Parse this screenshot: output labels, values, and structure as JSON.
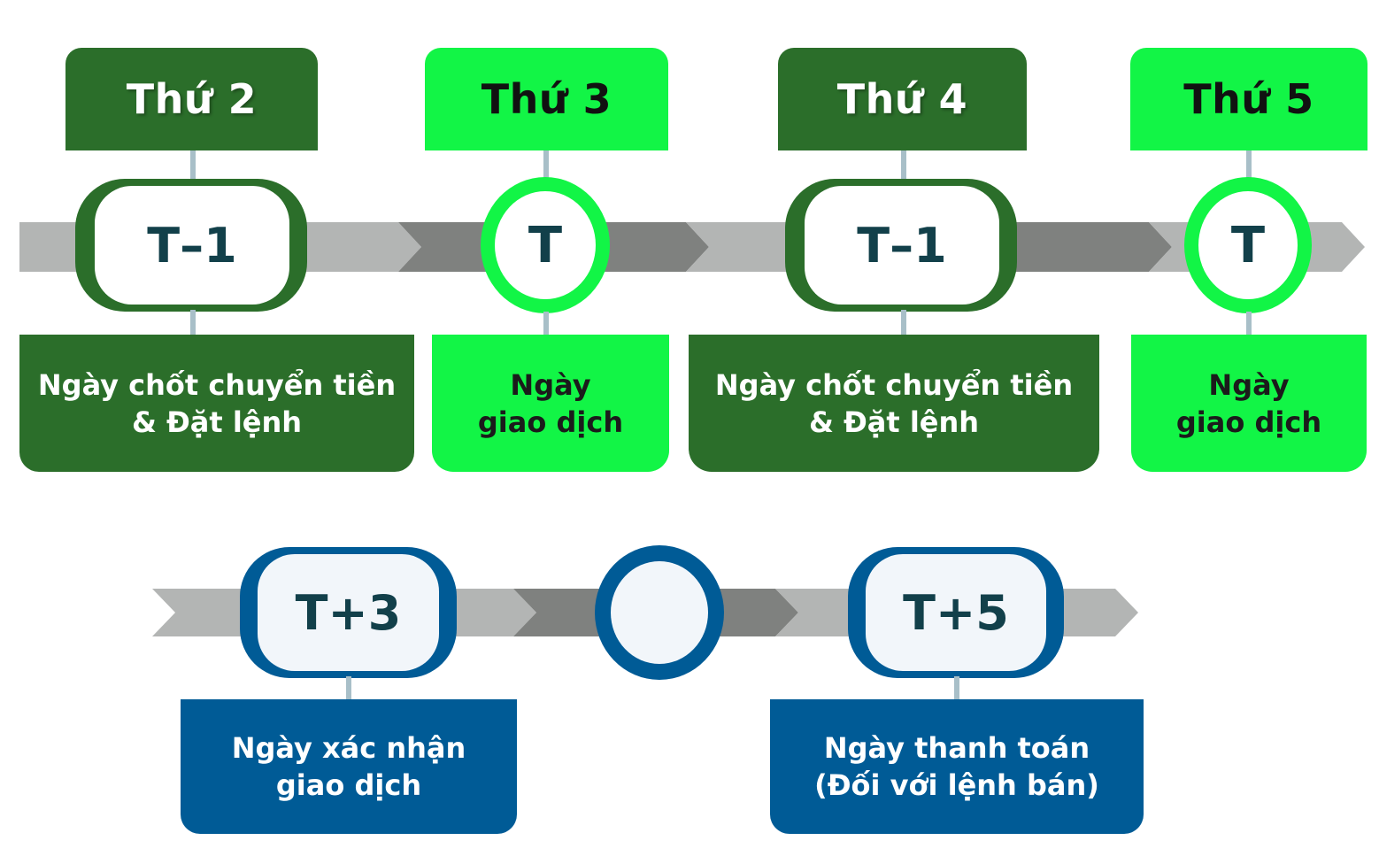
{
  "row1": {
    "days": [
      {
        "header": "Thứ 2",
        "badge": "T–1",
        "desc_line1": "Ngày chốt chuyển tiền",
        "desc_line2": "& Đặt lệnh"
      },
      {
        "header": "Thứ 3",
        "badge": "T",
        "desc_line1": "Ngày",
        "desc_line2": "giao dịch"
      },
      {
        "header": "Thứ 4",
        "badge": "T–1",
        "desc_line1": "Ngày chốt chuyển tiền",
        "desc_line2": "& Đặt lệnh"
      },
      {
        "header": "Thứ 5",
        "badge": "T",
        "desc_line1": "Ngày",
        "desc_line2": "giao dịch"
      }
    ]
  },
  "row2": {
    "steps": [
      {
        "badge": "T+3",
        "desc_line1": "Ngày xác nhận",
        "desc_line2": "giao dịch"
      },
      {
        "badge": ""
      },
      {
        "badge": "T+5",
        "desc_line1": "Ngày thanh toán",
        "desc_line2": "(Đối với lệnh bán)"
      }
    ]
  },
  "colors": {
    "dark_green": "#2b6e2a",
    "bright_green": "#12f546",
    "blue": "#005b96",
    "arrow_light": "#b3b5b4",
    "arrow_dark": "#7f817f"
  }
}
